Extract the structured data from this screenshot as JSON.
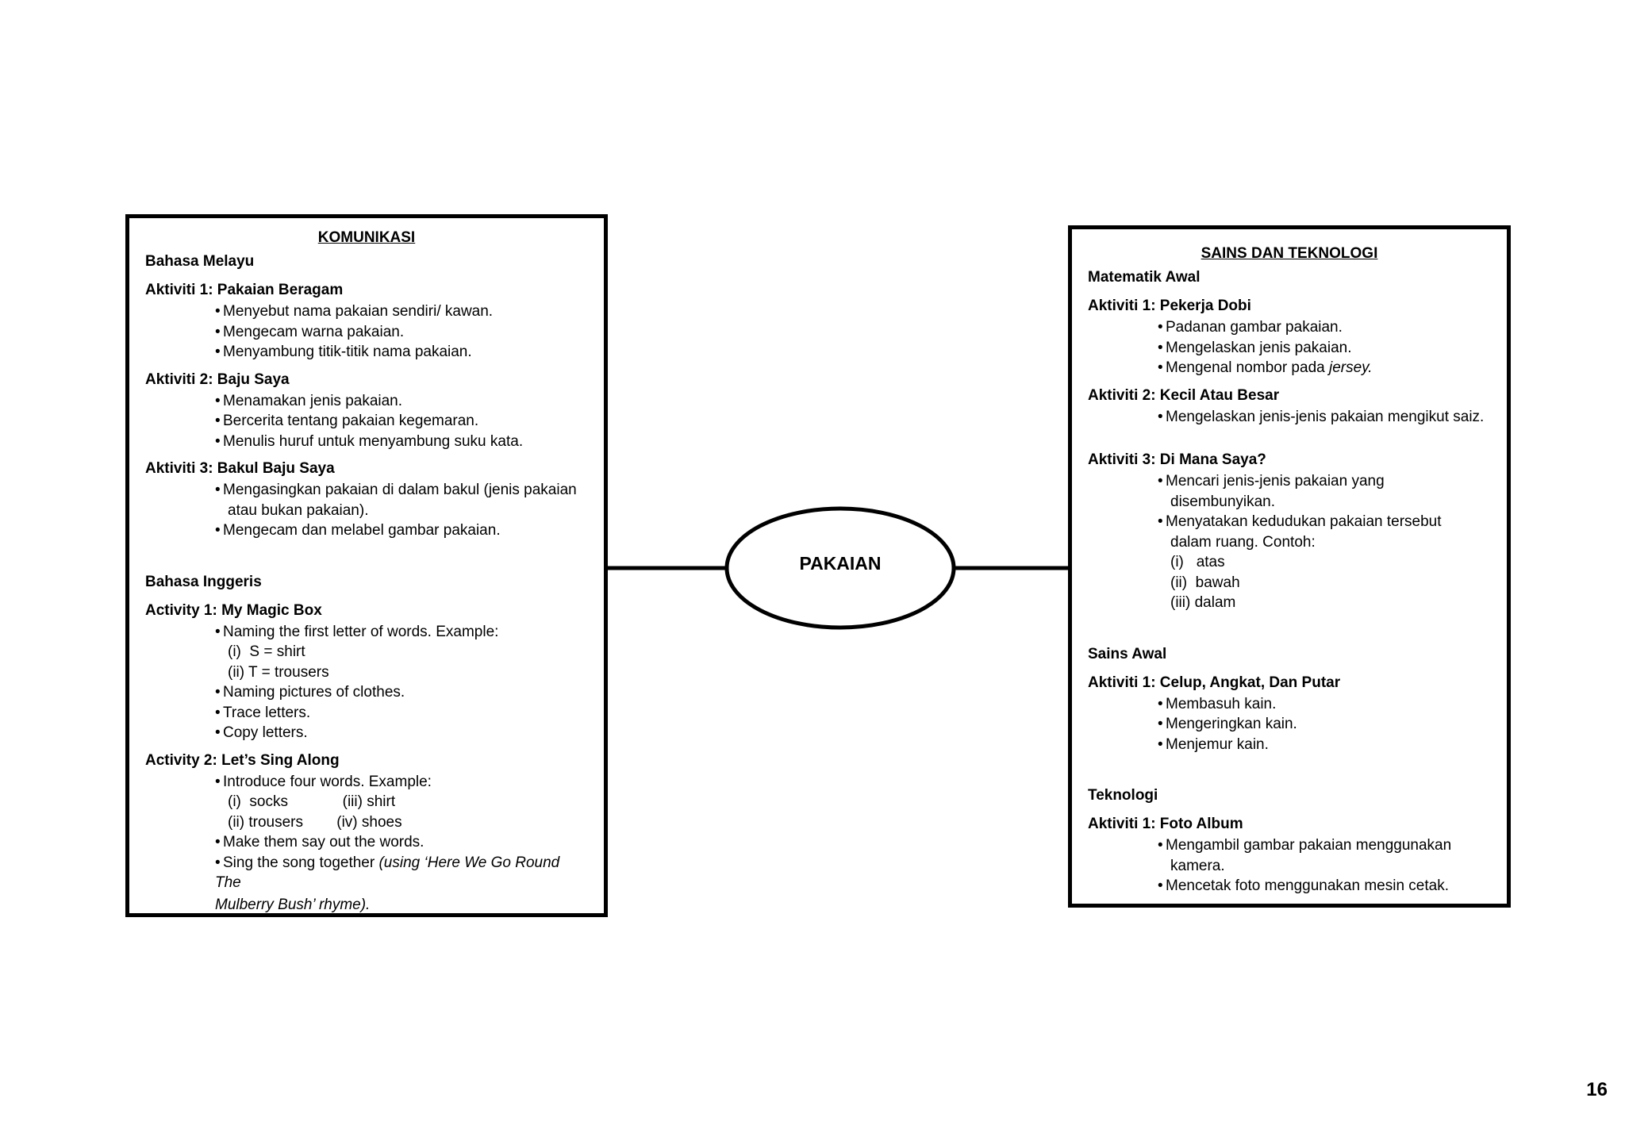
{
  "center": {
    "label": "PAKAIAN"
  },
  "left_box": {
    "title": "KOMUNIKASI",
    "subject1": "Bahasa Melayu",
    "a1_title": "Aktiviti 1: Pakaian Beragam",
    "a1_i1": "Menyebut nama pakaian sendiri/ kawan.",
    "a1_i2": "Mengecam warna pakaian.",
    "a1_i3": "Menyambung titik-titik nama pakaian.",
    "a2_title": "Aktiviti 2: Baju Saya",
    "a2_i1": "Menamakan jenis pakaian.",
    "a2_i2": "Bercerita tentang pakaian kegemaran.",
    "a2_i3": "Menulis huruf untuk menyambung suku kata.",
    "a3_title": "Aktiviti 3: Bakul Baju Saya",
    "a3_i1": "Mengasingkan pakaian di dalam bakul (jenis pakaian",
    "a3_i1b": "atau bukan pakaian).",
    "a3_i2": "Mengecam dan melabel gambar pakaian.",
    "subject2": "Bahasa Inggeris",
    "e1_title": "Activity 1: My Magic Box",
    "e1_i1": "Naming the first letter of words. Example:",
    "e1_s1": "(i)  S = shirt",
    "e1_s2": "(ii) T = trousers",
    "e1_i2": "Naming pictures of clothes.",
    "e1_i3": "Trace letters.",
    "e1_i4": "Copy letters.",
    "e2_title": "Activity 2: Let’s Sing Along",
    "e2_i1": "Introduce four words. Example:",
    "e2_s1": "(i)  socks             (iii) shirt",
    "e2_s2": "(ii) trousers        (iv) shoes",
    "e2_i2": "Make them say out the words.",
    "e2_i3": "Sing the song together ",
    "e2_i3_italic": "(using ‘Here We Go Round The",
    "e2_i3_cont": "Mulberry Bush’ rhyme)."
  },
  "right_box": {
    "title": "SAINS DAN TEKNOLOGI",
    "subject1": "Matematik Awal",
    "m1_title": "Aktiviti 1: Pekerja Dobi",
    "m1_i1": "Padanan gambar pakaian.",
    "m1_i2": "Mengelaskan jenis pakaian.",
    "m1_i3": "Mengenal nombor pada ",
    "m1_i3_italic": "jersey.",
    "m2_title": "Aktiviti 2: Kecil Atau Besar",
    "m2_i1": "Mengelaskan jenis-jenis pakaian mengikut saiz.",
    "m3_title": "Aktiviti 3: Di Mana Saya?",
    "m3_i1": "Mencari jenis-jenis pakaian yang",
    "m3_i1b": "disembunyikan.",
    "m3_i2": "Menyatakan kedudukan pakaian tersebut",
    "m3_i2b": "dalam ruang. Contoh:",
    "m3_s1": "(i)   atas",
    "m3_s2": "(ii)  bawah",
    "m3_s3": "(iii) dalam",
    "subject2": "Sains Awal",
    "s1_title": "Aktiviti 1: Celup, Angkat, Dan Putar",
    "s1_i1": "Membasuh kain.",
    "s1_i2": "Mengeringkan kain.",
    "s1_i3": "Menjemur kain.",
    "subject3": "Teknologi",
    "t1_title": "Aktiviti 1: Foto Album",
    "t1_i1": "Mengambil gambar pakaian menggunakan",
    "t1_i1b": "kamera.",
    "t1_i2": "Mencetak foto menggunakan mesin cetak."
  },
  "bullet": "•",
  "page_number": "16"
}
